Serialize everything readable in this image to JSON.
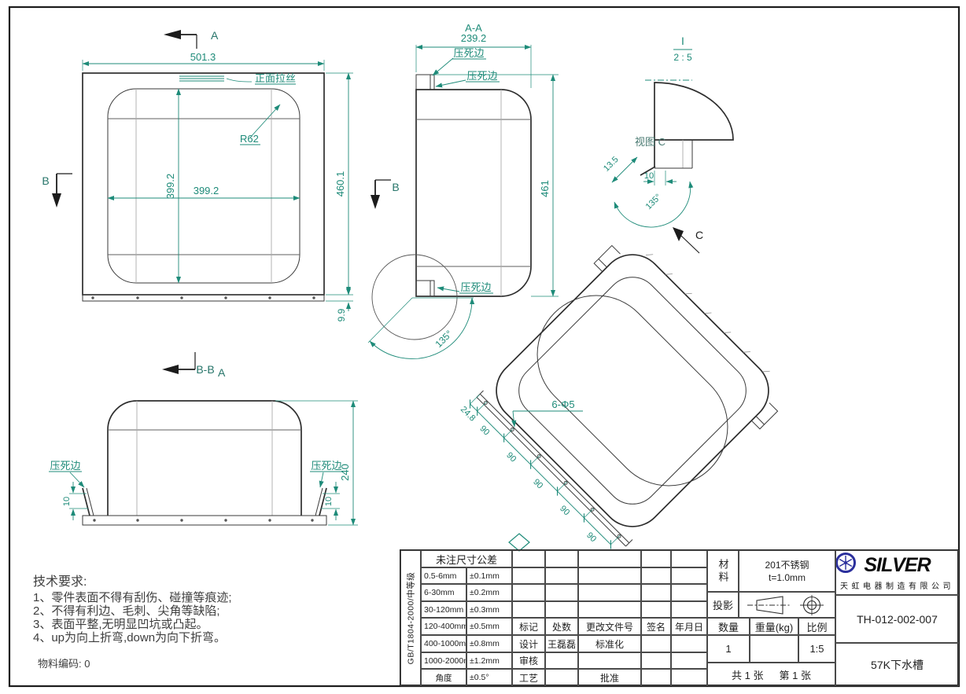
{
  "colors": {
    "dim": "#1e8b79",
    "line": "#2e2e2e",
    "logo_blue": "#2b2f9c"
  },
  "views": {
    "front": {
      "section_a": "A",
      "section_b": "B",
      "dim_width": "501.3",
      "dim_inner_w": "399.2",
      "dim_inner_h": "399.2",
      "dim_height": "460.1",
      "dim_flange": "9.9",
      "brushed": "正面拉丝",
      "radius": "R62"
    },
    "aa": {
      "title": "A-A",
      "dim_width": "239.2",
      "dim_height": "461",
      "hem1": "压死边",
      "hem2": "压死边",
      "hem3": "压死边",
      "angle": "135°",
      "section_b": "B"
    },
    "detail": {
      "title": "I",
      "scale": "2 : 5",
      "view_c": "视图 C",
      "dim1": "13.5",
      "dim2": "10",
      "angle": "135°"
    },
    "bb": {
      "title": "B-B",
      "sub": "A",
      "hem_l": "压死边",
      "hem_r": "压死边",
      "dim_l": "10",
      "dim_r": "10",
      "dim_h": "240"
    },
    "iso": {
      "view_c": "C",
      "holes": "6-Φ5",
      "dim_first": "24.8",
      "dim_sp": [
        "90",
        "90",
        "90",
        "90",
        "90"
      ]
    }
  },
  "tech": {
    "title": "技术要求:",
    "items": [
      "1、零件表面不得有刮伤、碰撞等痕迹;",
      "2、不得有利边、毛刺、尖角等缺陷;",
      "3、表面平整,无明显凹坑或凸起。",
      "4、up为向上折弯,down为向下折弯。"
    ]
  },
  "material_code": {
    "label": "物料编码:",
    "value": "0"
  },
  "tb": {
    "std": "GB/T1804-2000/中等级",
    "tol_header": "未注尺寸公差",
    "tol_rows": [
      {
        "r": "0.5-6mm",
        "t": "±0.1mm"
      },
      {
        "r": "6-30mm",
        "t": "±0.2mm"
      },
      {
        "r": "30-120mm",
        "t": "±0.3mm"
      },
      {
        "r": "120-400mm",
        "t": "±0.5mm"
      },
      {
        "r": "400-1000mm",
        "t": "±0.8mm"
      },
      {
        "r": "1000-2000mm",
        "t": "±1.2mm"
      },
      {
        "r": "角度",
        "t": "±0.5°"
      }
    ],
    "rev": {
      "mark": "标记",
      "count": "处数",
      "doc": "更改文件号",
      "sign": "签名",
      "date": "年月日",
      "design": "设计",
      "designer": "王磊磊",
      "std": "标准化",
      "review": "审核",
      "process": "工艺",
      "approve": "批准"
    },
    "info": {
      "material_label": "材料",
      "material": "201不锈钢",
      "thickness": "t=1.0mm",
      "projection": "投影",
      "qty": "数量",
      "qty_v": "1",
      "weight": "重量(kg)",
      "scale": "比例",
      "scale_v": "1:5",
      "sheets": "共 1 张",
      "sheet_no": "第 1 张"
    },
    "co": {
      "logo_l": "SIL",
      "logo_r": "VER",
      "name": "天虹电器制造有限公司",
      "no": "TH-012-002-007",
      "part": "57K下水槽"
    }
  }
}
